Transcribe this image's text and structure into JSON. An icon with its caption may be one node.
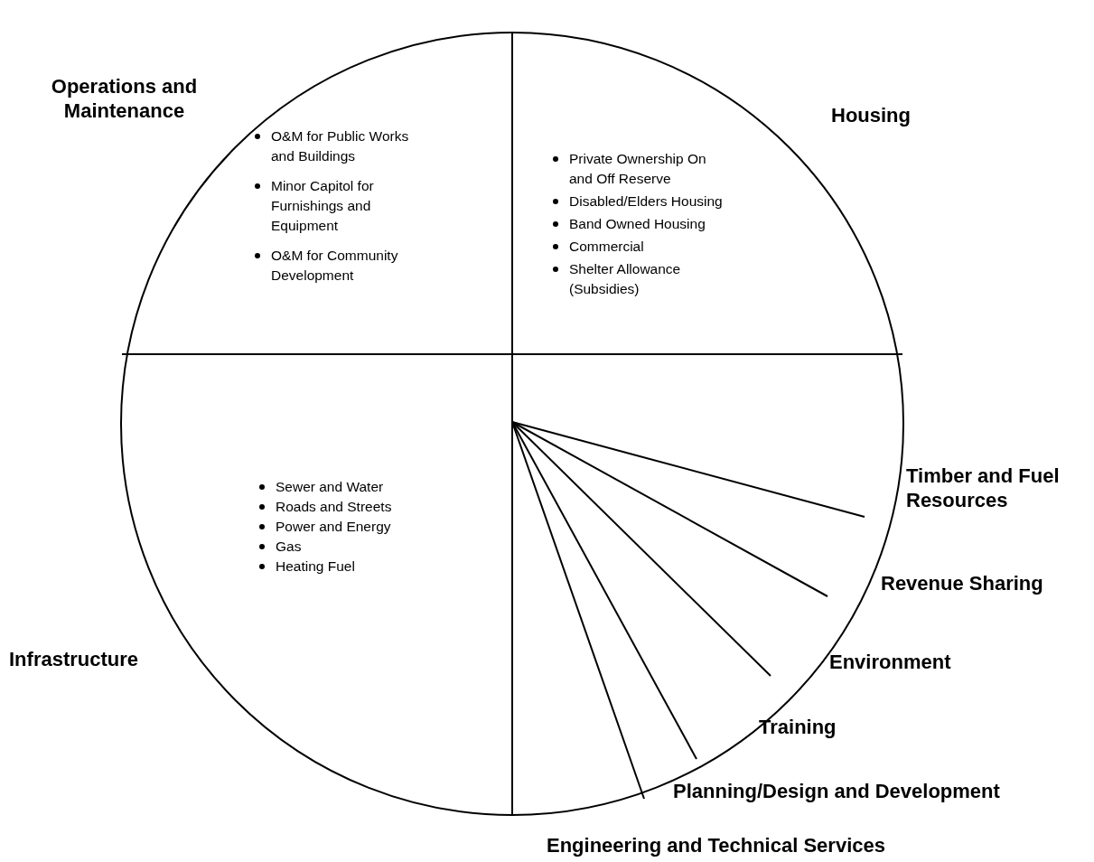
{
  "diagram": {
    "nodes": [
      {
        "text": [
          "Operations and Maintenance",
          "O&M for Public Works and Buildings",
          "Minor Capitol for Furnishings and Equipment",
          "O&M for Community Development"
        ]
      },
      {
        "text": [
          "Housing",
          "Private Ownership On and Off Reserve",
          "Disabled/Elders Housing",
          "Band Owned Housing",
          "Commercial",
          "Shelter Allowance (Subsidies)"
        ]
      },
      {
        "text": [
          "Infrastructure",
          "Sewer and Water",
          "Roads and Streets",
          "Power and Energy",
          "Gas",
          "Heating Fuel"
        ]
      },
      {
        "text": [
          "Timber and Fuel Resources"
        ]
      },
      {
        "text": [
          "Revenue Sharing"
        ]
      },
      {
        "text": [
          "Environment"
        ]
      },
      {
        "text": [
          "Training"
        ]
      },
      {
        "text": [
          "Planning/Design and Development"
        ]
      },
      {
        "text": [
          "Engineering and Technical Services"
        ]
      }
    ],
    "edges": []
  }
}
